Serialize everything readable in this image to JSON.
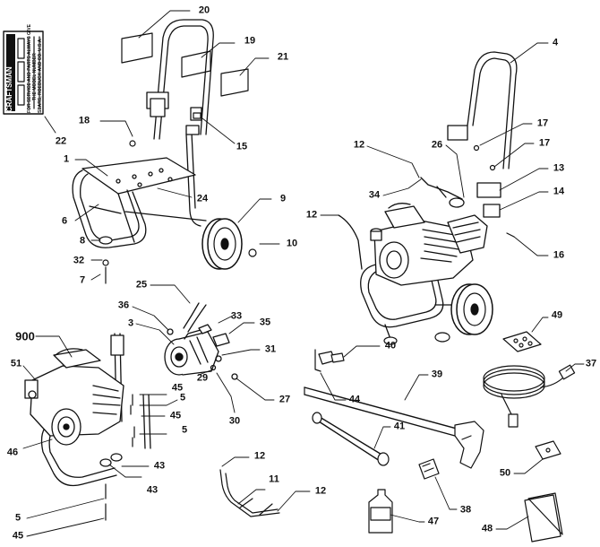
{
  "diagram": {
    "part_numbers": [
      {
        "key": "p20",
        "text": "20"
      },
      {
        "key": "p19",
        "text": "19"
      },
      {
        "key": "p21",
        "text": "21"
      },
      {
        "key": "p22",
        "text": "22"
      },
      {
        "key": "p18",
        "text": "18"
      },
      {
        "key": "p15",
        "text": "15"
      },
      {
        "key": "p1",
        "text": "1"
      },
      {
        "key": "p24",
        "text": "24"
      },
      {
        "key": "p6",
        "text": "6"
      },
      {
        "key": "p9",
        "text": "9"
      },
      {
        "key": "p8",
        "text": "8"
      },
      {
        "key": "p10",
        "text": "10"
      },
      {
        "key": "p32",
        "text": "32"
      },
      {
        "key": "p7",
        "text": "7"
      },
      {
        "key": "p4",
        "text": "4"
      },
      {
        "key": "p17a",
        "text": "17"
      },
      {
        "key": "p17b",
        "text": "17"
      },
      {
        "key": "p12a",
        "text": "12"
      },
      {
        "key": "p26",
        "text": "26"
      },
      {
        "key": "p13",
        "text": "13"
      },
      {
        "key": "p34",
        "text": "34"
      },
      {
        "key": "p14",
        "text": "14"
      },
      {
        "key": "p12b",
        "text": "12"
      },
      {
        "key": "p16",
        "text": "16"
      },
      {
        "key": "p25",
        "text": "25"
      },
      {
        "key": "p36",
        "text": "36"
      },
      {
        "key": "p33",
        "text": "33"
      },
      {
        "key": "p3",
        "text": "3"
      },
      {
        "key": "p35",
        "text": "35"
      },
      {
        "key": "p900",
        "text": "900"
      },
      {
        "key": "p31",
        "text": "31"
      },
      {
        "key": "p51",
        "text": "51"
      },
      {
        "key": "p29",
        "text": "29"
      },
      {
        "key": "p27",
        "text": "27"
      },
      {
        "key": "p45a",
        "text": "45"
      },
      {
        "key": "p5a",
        "text": "5"
      },
      {
        "key": "p30",
        "text": "30"
      },
      {
        "key": "p45b",
        "text": "45"
      },
      {
        "key": "p5b",
        "text": "5"
      },
      {
        "key": "p46",
        "text": "46"
      },
      {
        "key": "p43a",
        "text": "43"
      },
      {
        "key": "p43b",
        "text": "43"
      },
      {
        "key": "p12c",
        "text": "12"
      },
      {
        "key": "p11",
        "text": "11"
      },
      {
        "key": "p12d",
        "text": "12"
      },
      {
        "key": "p5c",
        "text": "5"
      },
      {
        "key": "p45c",
        "text": "45"
      },
      {
        "key": "p40",
        "text": "40"
      },
      {
        "key": "p44",
        "text": "44"
      },
      {
        "key": "p39",
        "text": "39"
      },
      {
        "key": "p49",
        "text": "49"
      },
      {
        "key": "p37",
        "text": "37"
      },
      {
        "key": "p41",
        "text": "41"
      },
      {
        "key": "p50",
        "text": "50"
      },
      {
        "key": "p38",
        "text": "38"
      },
      {
        "key": "p47",
        "text": "47"
      },
      {
        "key": "p48",
        "text": "48"
      }
    ],
    "decal_22": {
      "brand": "CRAFTSMAN",
      "line1": "FOR SERVICE AND PARTS ALWAYS GIVE",
      "line2": "THE MODEL NUMBER",
      "line3": "SEARS, ROEBUCK AND CO. U.S.A."
    }
  }
}
